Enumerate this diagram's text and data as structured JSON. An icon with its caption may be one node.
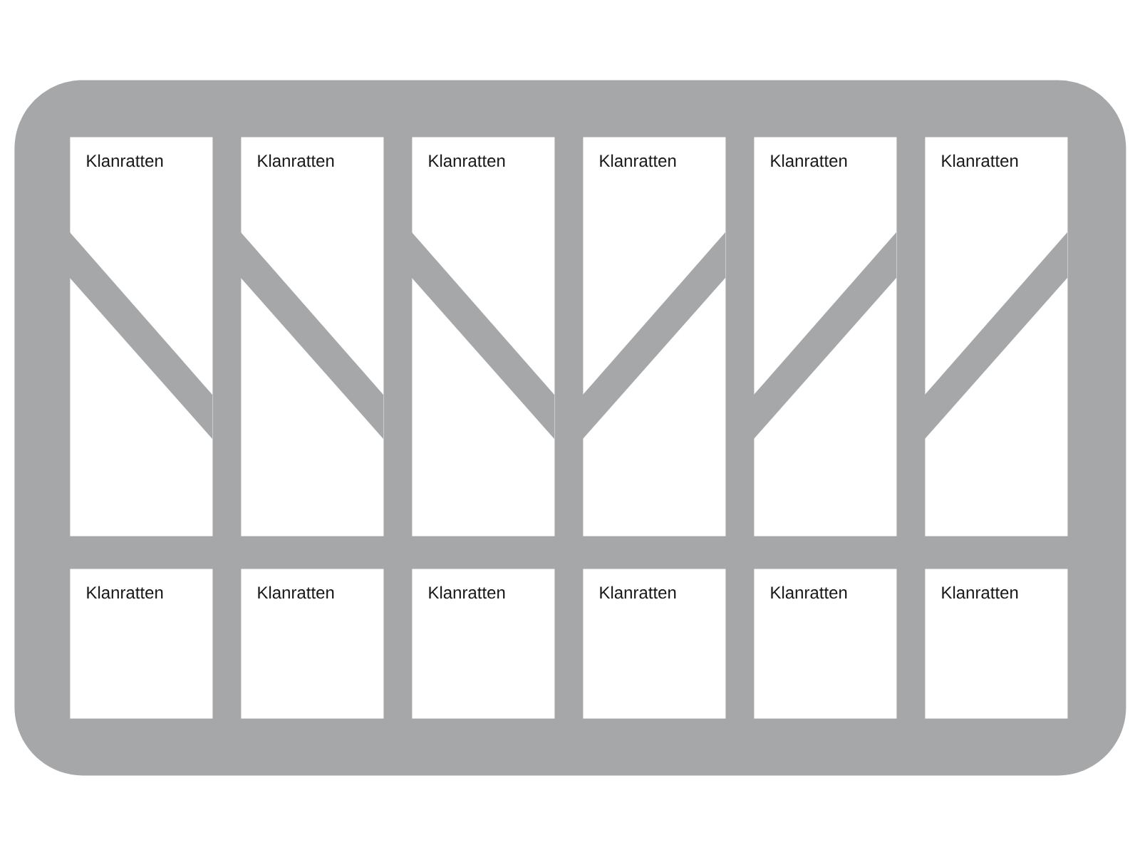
{
  "diagram": {
    "nodes": [
      {
        "text": [],
        "shape": "box"
      },
      {
        "text": [
          "Klanratten"
        ],
        "in": 0
      },
      {
        "text": [
          "Klanratten"
        ],
        "in": 0
      },
      {
        "text": [
          "Klanratten"
        ],
        "in": 0
      },
      {
        "text": [
          "Klanratten"
        ],
        "in": 0
      },
      {
        "text": [
          "Klanratten"
        ],
        "in": 0
      },
      {
        "text": [
          "Klanratten"
        ],
        "in": 0
      },
      {
        "text": [
          "Klanratten"
        ],
        "in": 0
      },
      {
        "text": [
          "Klanratten"
        ],
        "in": 0
      },
      {
        "text": [
          "Klanratten"
        ],
        "in": 0
      },
      {
        "text": [
          "Klanratten"
        ],
        "in": 0
      },
      {
        "text": [
          "Klanratten"
        ],
        "in": 0
      },
      {
        "text": [
          "Klanratten"
        ],
        "in": 0
      }
    ]
  }
}
